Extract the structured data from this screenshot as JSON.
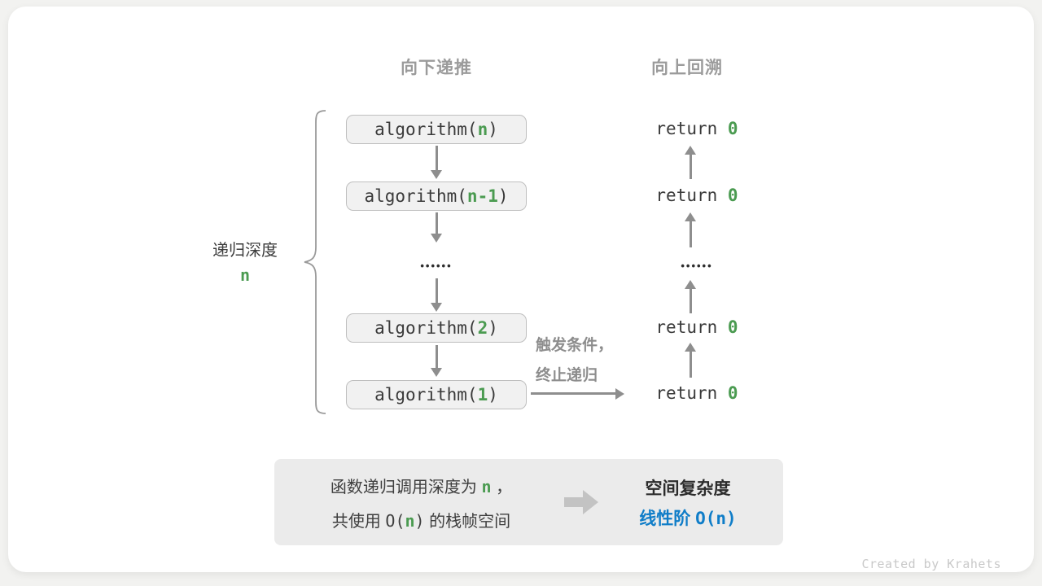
{
  "colors": {
    "green_token": "#4b9b51",
    "blue_result": "#0f7dc8",
    "arrow_gray": "#8e8e8e",
    "box_fill": "#f1f1f1",
    "panel_fill": "#ebebeb"
  },
  "headers": {
    "downward": "向下递推",
    "upward": "向上回溯"
  },
  "depth_label": {
    "text": "递归深度",
    "variable": "n"
  },
  "dots": "••••••",
  "calls": [
    {
      "prefix": "algorithm(",
      "arg": "n",
      "suffix": ")"
    },
    {
      "prefix": "algorithm(",
      "arg": "n-1",
      "suffix": ")"
    },
    {
      "prefix": "algorithm(",
      "arg": "2",
      "suffix": ")"
    },
    {
      "prefix": "algorithm(",
      "arg": "1",
      "suffix": ")"
    }
  ],
  "returns": [
    {
      "prefix": "return ",
      "value": "0"
    },
    {
      "prefix": "return ",
      "value": "0"
    },
    {
      "prefix": "return ",
      "value": "0"
    },
    {
      "prefix": "return ",
      "value": "0"
    }
  ],
  "trigger_note": {
    "line1": "触发条件，",
    "line2": "终止递归"
  },
  "summary": {
    "line1_text": "函数递归调用深度为 ",
    "line1_var": "n",
    "line1_tail": " ，",
    "line2_text": "共使用 ",
    "line2_code_open": "O(",
    "line2_var": "n",
    "line2_code_close": ")",
    "line2_tail": " 的栈帧空间",
    "right_title": "空间复杂度",
    "right_result_text": "线性阶 ",
    "right_result_code": "O(n)"
  },
  "credit": "Created by Krahets"
}
